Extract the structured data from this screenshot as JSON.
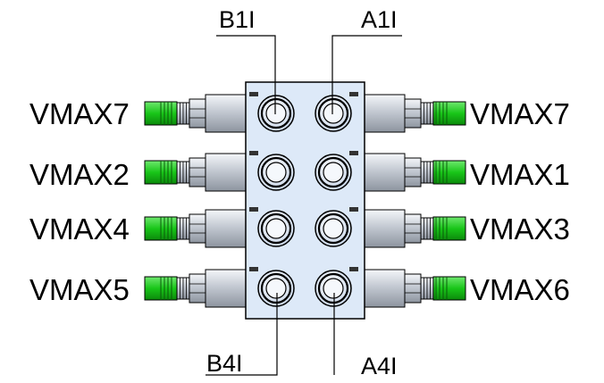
{
  "labels": {
    "top_left": "B1I",
    "top_right": "A1I",
    "bottom_left": "B4I",
    "bottom_right": "A4I",
    "left": [
      "VMAX7",
      "VMAX2",
      "VMAX4",
      "VMAX5"
    ],
    "right": [
      "VMAX7",
      "VMAX1",
      "VMAX3",
      "VMAX6"
    ]
  },
  "colors": {
    "block": "#dde9f8",
    "knob": "#19c619",
    "cartridge": "#c9ced6",
    "line": "#000000"
  }
}
